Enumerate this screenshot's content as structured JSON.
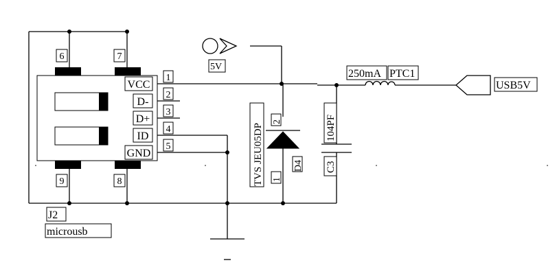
{
  "component": {
    "ref": "J2",
    "value": "microusb",
    "pins": [
      {
        "number": "1",
        "name": "VCC"
      },
      {
        "number": "2",
        "name": "D-"
      },
      {
        "number": "3",
        "name": "D+"
      },
      {
        "number": "4",
        "name": "ID"
      },
      {
        "number": "5",
        "name": "GND"
      }
    ],
    "shell_pins": [
      "6",
      "7",
      "9",
      "8"
    ]
  },
  "power": {
    "label": "5V"
  },
  "tvs": {
    "ref": "D4",
    "value": "TVS JEU05DP",
    "pin_cathode": "2",
    "pin_anode": "1"
  },
  "cap": {
    "ref": "C3",
    "value": "104PF"
  },
  "fuse": {
    "ref": "PTC1",
    "value": "250mA"
  },
  "port": {
    "label": "USB5V"
  },
  "colors": {
    "line": "#000000",
    "background": "#ffffff"
  }
}
